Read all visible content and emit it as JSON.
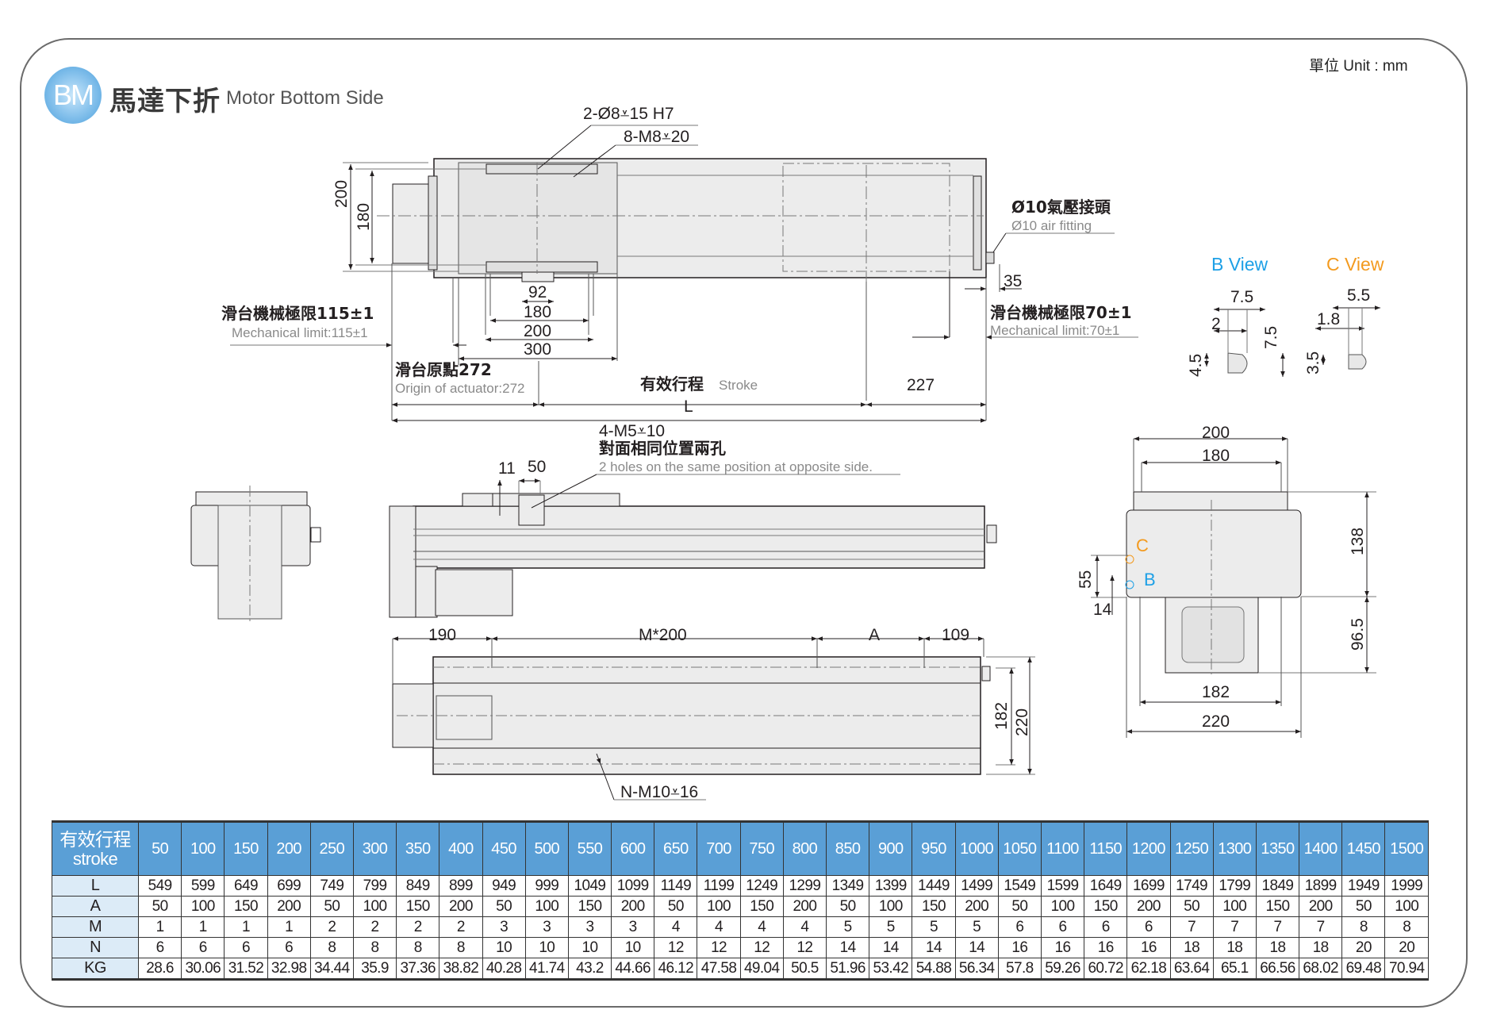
{
  "header": {
    "badge": "BM",
    "title_zh": "馬達下折",
    "title_en": "Motor Bottom Side",
    "unit": "單位 Unit : mm"
  },
  "top_view": {
    "hole_callout_1": "2-Ø8⩡15 H7",
    "hole_callout_2": "8-M8⩡20",
    "dim_200": "200",
    "dim_180": "180",
    "dim_92": "92",
    "dim_180b": "180",
    "dim_200b": "200",
    "dim_300": "300",
    "air_fitting_zh": "Ø10氣壓接頭",
    "air_fitting_en": "Ø10 air fitting",
    "dim_35": "35",
    "mech_limit_left_zh": "滑台機械極限115±1",
    "mech_limit_left_en": "Mechanical limit:115±1",
    "mech_limit_right_zh": "滑台機械極限70±1",
    "mech_limit_right_en": "Mechanical limit:70±1",
    "origin_zh": "滑台原點272",
    "origin_en": "Origin of actuator:272",
    "stroke_zh": "有效行程",
    "stroke_en": "Stroke",
    "dim_227": "227",
    "dim_L": "L"
  },
  "detail_views": {
    "b_view": {
      "title": "B View",
      "d1": "7.5",
      "d2": "2",
      "d3": "7.5",
      "d4": "4.5",
      "color": "#1ea0e6"
    },
    "c_view": {
      "title": "C View",
      "d1": "5.5",
      "d2": "1.8",
      "d3": "3.5",
      "color": "#f39a1e"
    }
  },
  "side_view": {
    "callout_1": "4-M5⩡10",
    "callout_zh": "對面相同位置兩孔",
    "callout_en": "2 holes on the same position at opposite side.",
    "dim_11": "11",
    "dim_50": "50"
  },
  "bottom_view": {
    "dim_190": "190",
    "dim_m200": "M*200",
    "dim_A": "A",
    "dim_109": "109",
    "dim_182": "182",
    "dim_220": "220",
    "callout": "N-M10⩡16"
  },
  "end_view": {
    "dim_200": "200",
    "dim_180": "180",
    "dim_138": "138",
    "dim_96_5": "96.5",
    "dim_55": "55",
    "dim_14": "14",
    "dim_182": "182",
    "dim_220": "220",
    "marker_c": "C",
    "marker_b": "B"
  },
  "spec_table": {
    "corner_zh": "有效行程",
    "corner_en": "stroke",
    "strokes": [
      "50",
      "100",
      "150",
      "200",
      "250",
      "300",
      "350",
      "400",
      "450",
      "500",
      "550",
      "600",
      "650",
      "700",
      "750",
      "800",
      "850",
      "900",
      "950",
      "1000",
      "1050",
      "1100",
      "1150",
      "1200",
      "1250",
      "1300",
      "1350",
      "1400",
      "1450",
      "1500"
    ],
    "rows": [
      {
        "label": "L",
        "values": [
          "549",
          "599",
          "649",
          "699",
          "749",
          "799",
          "849",
          "899",
          "949",
          "999",
          "1049",
          "1099",
          "1149",
          "1199",
          "1249",
          "1299",
          "1349",
          "1399",
          "1449",
          "1499",
          "1549",
          "1599",
          "1649",
          "1699",
          "1749",
          "1799",
          "1849",
          "1899",
          "1949",
          "1999"
        ]
      },
      {
        "label": "A",
        "values": [
          "50",
          "100",
          "150",
          "200",
          "50",
          "100",
          "150",
          "200",
          "50",
          "100",
          "150",
          "200",
          "50",
          "100",
          "150",
          "200",
          "50",
          "100",
          "150",
          "200",
          "50",
          "100",
          "150",
          "200",
          "50",
          "100",
          "150",
          "200",
          "50",
          "100"
        ]
      },
      {
        "label": "M",
        "values": [
          "1",
          "1",
          "1",
          "1",
          "2",
          "2",
          "2",
          "2",
          "3",
          "3",
          "3",
          "3",
          "4",
          "4",
          "4",
          "4",
          "5",
          "5",
          "5",
          "5",
          "6",
          "6",
          "6",
          "6",
          "7",
          "7",
          "7",
          "7",
          "8",
          "8"
        ]
      },
      {
        "label": "N",
        "values": [
          "6",
          "6",
          "6",
          "6",
          "8",
          "8",
          "8",
          "8",
          "10",
          "10",
          "10",
          "10",
          "12",
          "12",
          "12",
          "12",
          "14",
          "14",
          "14",
          "14",
          "16",
          "16",
          "16",
          "16",
          "18",
          "18",
          "18",
          "18",
          "20",
          "20"
        ]
      },
      {
        "label": "KG",
        "values": [
          "28.6",
          "30.06",
          "31.52",
          "32.98",
          "34.44",
          "35.9",
          "37.36",
          "38.82",
          "40.28",
          "41.74",
          "43.2",
          "44.66",
          "46.12",
          "47.58",
          "49.04",
          "50.5",
          "51.96",
          "53.42",
          "54.88",
          "56.34",
          "57.8",
          "59.26",
          "60.72",
          "62.18",
          "63.64",
          "65.1",
          "66.56",
          "68.02",
          "69.48",
          "70.94"
        ]
      }
    ]
  }
}
